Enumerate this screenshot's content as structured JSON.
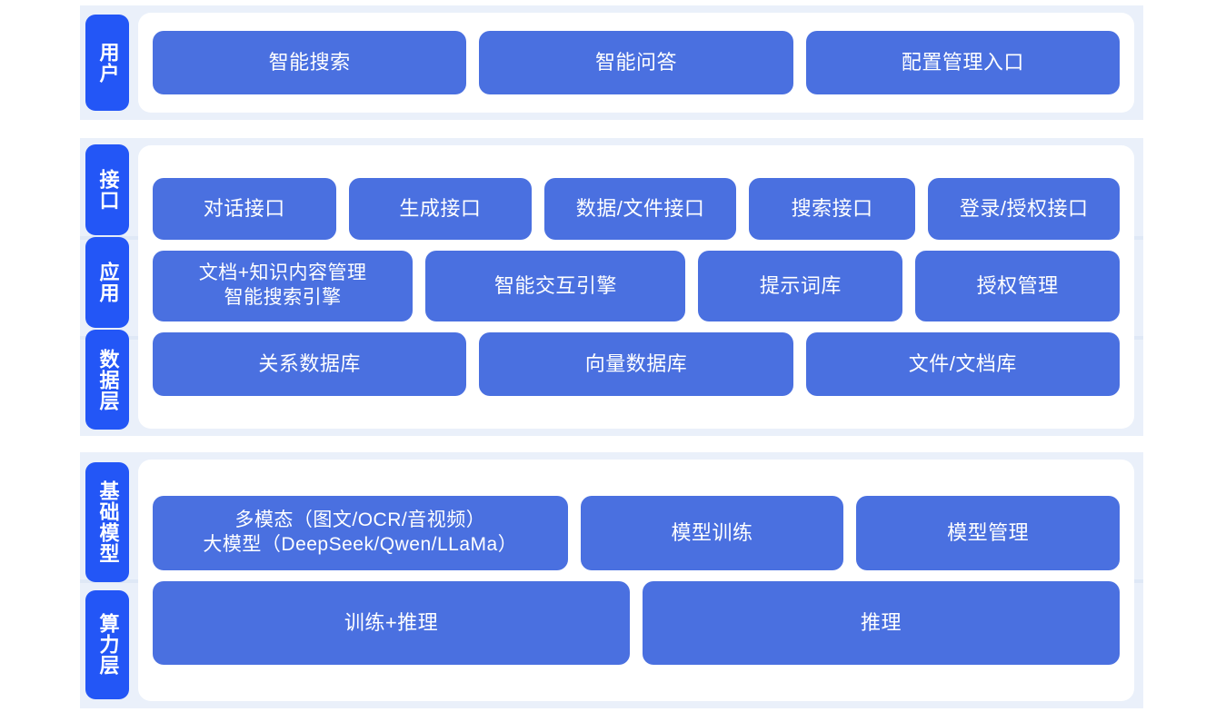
{
  "colors": {
    "band_background": "#eaf0fa",
    "panel_background": "#ffffff",
    "label_pill": "#2356f6",
    "content_box": "#4a70e0",
    "text": "#ffffff",
    "divider": "#dfe8f6"
  },
  "sections": [
    {
      "id": "users",
      "labels": [
        "用户"
      ],
      "rows": [
        {
          "id": "user-entry",
          "boxes": [
            "智能搜索",
            "智能问答",
            "配置管理入口"
          ]
        }
      ]
    },
    {
      "id": "application",
      "labels": [
        "接口",
        "应用",
        "数据层"
      ],
      "rows": [
        {
          "id": "api-row",
          "boxes": [
            "对话接口",
            "生成接口",
            "数据/文件接口",
            "搜索接口",
            "登录/授权接口"
          ]
        },
        {
          "id": "app-row",
          "boxes": [
            "文档+知识内容管理\n智能搜索引擎",
            "智能交互引擎",
            "提示词库",
            "授权管理"
          ]
        },
        {
          "id": "data-row",
          "boxes": [
            "关系数据库",
            "向量数据库",
            "文件/文档库"
          ]
        }
      ]
    },
    {
      "id": "infrastructure",
      "labels": [
        "基础模型",
        "算力层"
      ],
      "rows": [
        {
          "id": "model-row",
          "boxes": [
            "多模态（图文/OCR/音视频）\n大模型（DeepSeek/Qwen/LLaMa）",
            "模型训练",
            "模型管理"
          ]
        },
        {
          "id": "compute-row",
          "boxes": [
            "训练+推理",
            "推理"
          ]
        }
      ]
    }
  ]
}
